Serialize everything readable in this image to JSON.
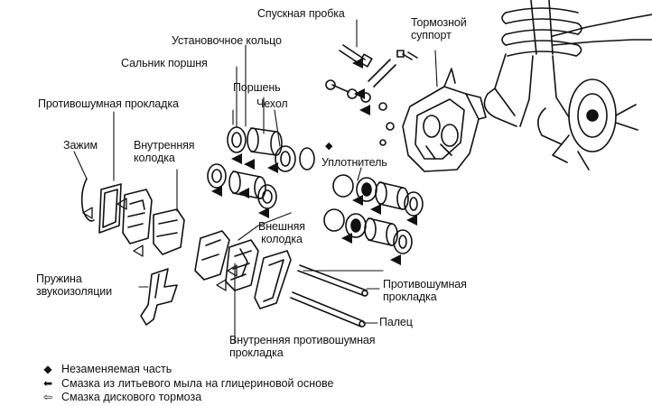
{
  "labels": {
    "bleeder": "Спускная пробка",
    "caliper": "Тормозной\nсуппорт",
    "ring": "Установочное кольцо",
    "seal": "Сальник поршня",
    "piston": "Поршень",
    "boot": "Чехол",
    "shim_top": "Противошумная прокладка",
    "clip": "Зажим",
    "inner_pad": "Внутренняя\nколодка",
    "gasket": "Уплотнитель",
    "outer_pad": "Внешняя\nколодка",
    "spring": "Пружина\nзвукоизоляции",
    "shim_right": "Противошумная\nпрокладка",
    "pin": "Палец",
    "inner_shim": "Внутренняя противошумная\nпрокладка"
  },
  "legend": [
    {
      "icon": "diamond-icon",
      "symbol": "◆",
      "text": "Незаменяемая часть"
    },
    {
      "icon": "arrow-left-icon",
      "symbol": "⬅",
      "text": "Смазка из литьевого мыла на глицериновой основе"
    },
    {
      "icon": "arrow-left-outline-icon",
      "symbol": "⇦",
      "text": "Смазка дискового тормоза"
    }
  ],
  "markers": {
    "gasket_symbol": "◆"
  }
}
